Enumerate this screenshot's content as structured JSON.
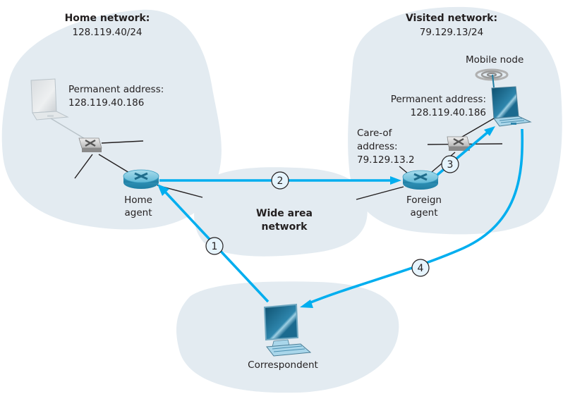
{
  "diagram": {
    "home_network": {
      "title": "Home network:",
      "subnet": "128.119.40/24",
      "laptop_label_1": "Permanent address:",
      "laptop_label_2": "128.119.40.186",
      "agent_label_1": "Home",
      "agent_label_2": "agent"
    },
    "visited_network": {
      "title": "Visited network:",
      "subnet": "79.129.13/24",
      "mobile_node_label": "Mobile node",
      "mobile_label_1": "Permanent address:",
      "mobile_label_2": "128.119.40.186",
      "coa_label_1": "Care-of",
      "coa_label_2": "address:",
      "coa_label_3": "79.129.13.2",
      "agent_label_1": "Foreign",
      "agent_label_2": "agent"
    },
    "wan": {
      "label_1": "Wide area",
      "label_2": "network"
    },
    "correspondent": {
      "label": "Correspondent"
    },
    "steps": [
      "1",
      "2",
      "3",
      "4"
    ],
    "colors": {
      "flow": "#00aeef",
      "cloud": "#e3ebf1",
      "router": "#5fb8d6"
    }
  }
}
